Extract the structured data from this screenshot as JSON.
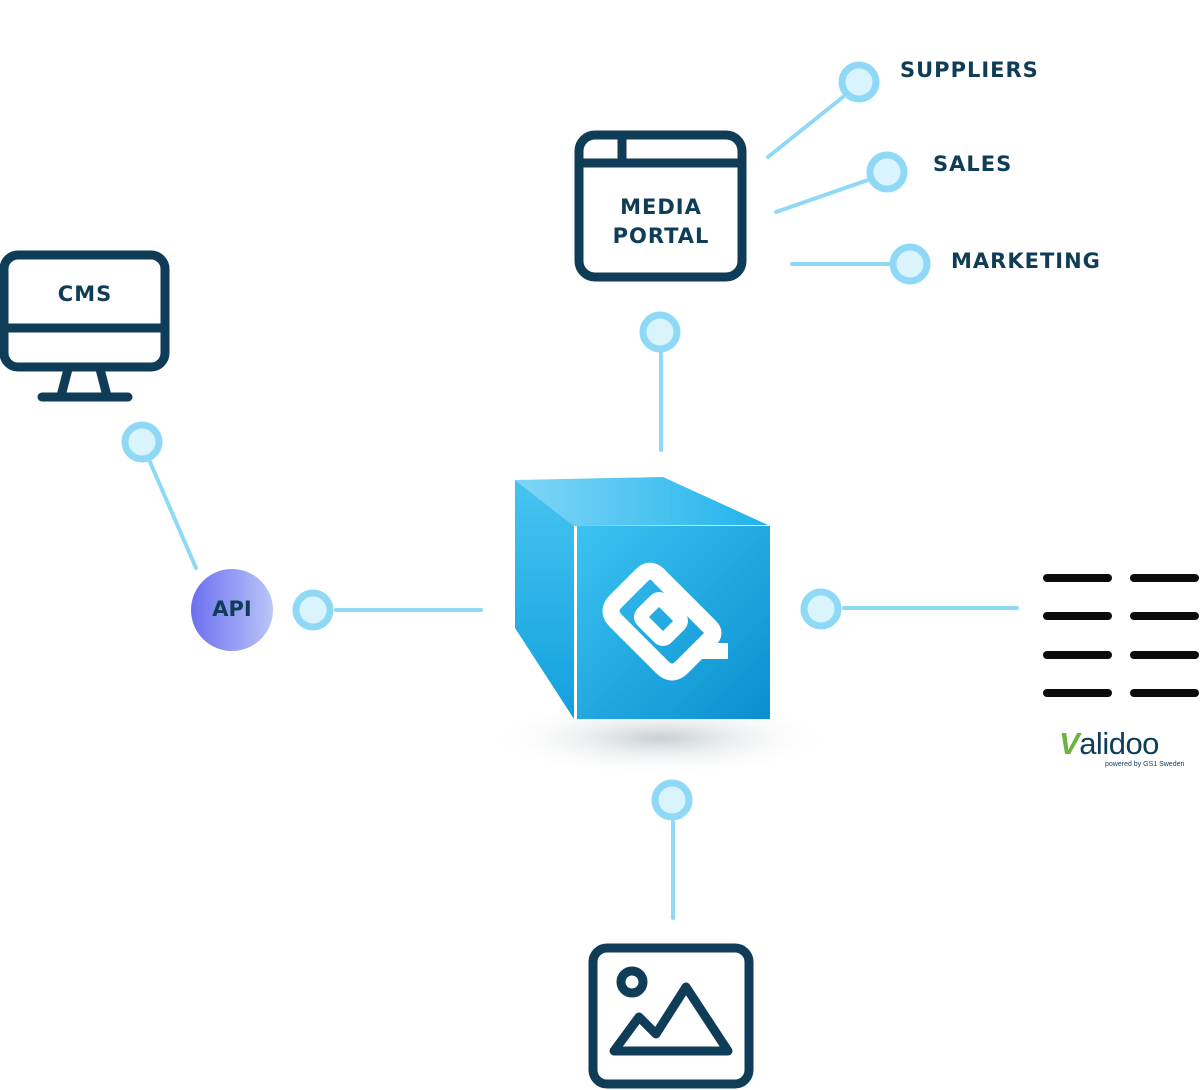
{
  "nodes": {
    "media_portal": {
      "line1": "MEDIA",
      "line2": "PORTAL"
    },
    "cms": "CMS",
    "api": "API",
    "branches": [
      "SUPPLIERS",
      "SALES",
      "MARKETING"
    ]
  },
  "validoo": {
    "first_letter": "V",
    "rest": "alidoo",
    "tagline": "powered by GS1 Sweden"
  },
  "colors": {
    "connector": "#8fd9f7",
    "node_ring": "#8fd9f7",
    "node_fill": "#d9f4fd",
    "icon_stroke": "#0f3d57",
    "cube_front": "#0aa5e3",
    "api_gradient_start": "#6c6ff0",
    "api_gradient_end": "#b9c4f7",
    "validoo_green": "#6cb33f"
  }
}
